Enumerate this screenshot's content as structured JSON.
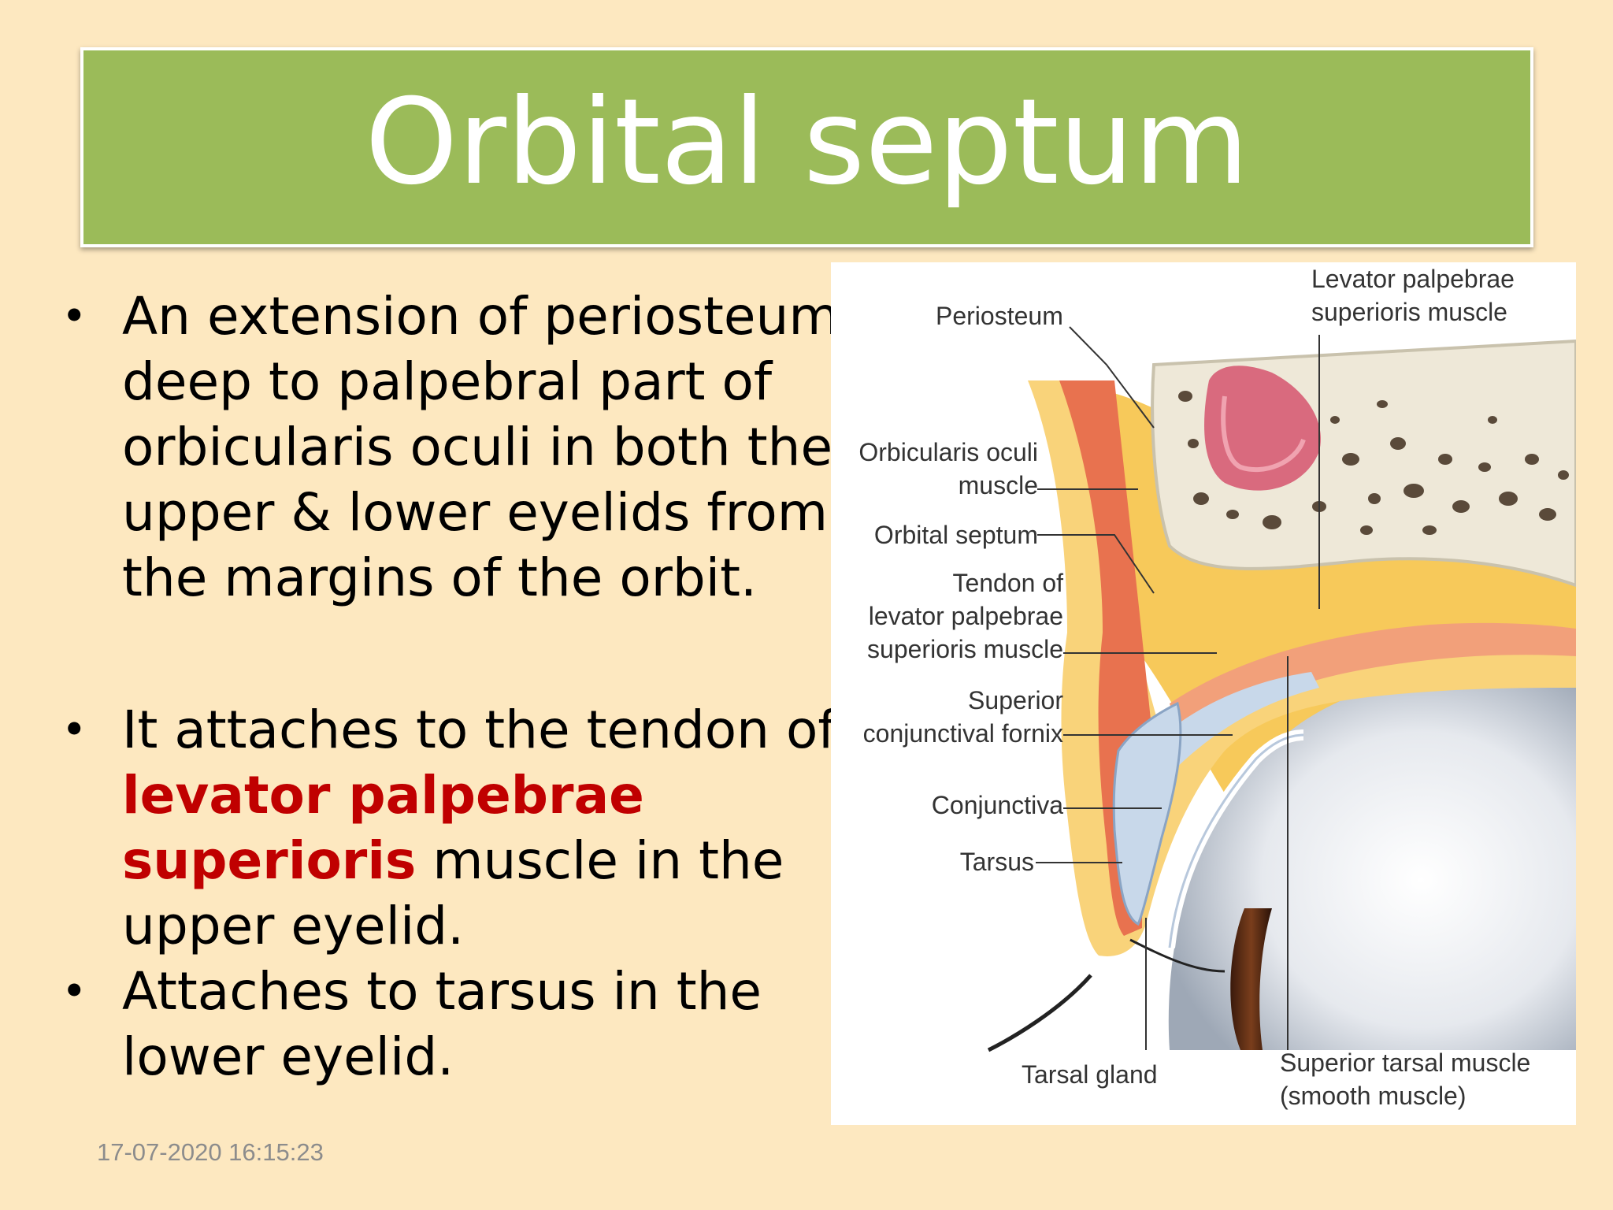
{
  "slide": {
    "title": "Orbital septum",
    "bullets": [
      {
        "text": "An extension of periosteum deep to palpebral part of orbicularis oculi in both the upper & lower eyelids from the margins of the orbit."
      },
      {
        "before": "It attaches to the tendon of ",
        "highlight": "levator palpebrae superioris",
        "after": " muscle in the upper eyelid."
      },
      {
        "text": "Attaches to tarsus in the lower eyelid."
      }
    ],
    "footer_timestamp": "17-07-2020 16:15:23"
  },
  "figure": {
    "labels": {
      "levator_muscle_1": "Levator palpebrae",
      "levator_muscle_2": "superioris muscle",
      "periosteum": "Periosteum",
      "orbicularis_1": "Orbicularis oculi",
      "orbicularis_2": "muscle",
      "orbital_septum": "Orbital septum",
      "tendon_1": "Tendon of",
      "tendon_2": "levator palpebrae",
      "tendon_3": "superioris muscle",
      "fornix_1": "Superior",
      "fornix_2": "conjunctival fornix",
      "conjunctiva": "Conjunctiva",
      "tarsus": "Tarsus",
      "tarsal_gland": "Tarsal gland",
      "superior_tarsal_1": "Superior tarsal muscle",
      "superior_tarsal_2": "(smooth muscle)"
    }
  },
  "colors": {
    "background": "#fde8c0",
    "title_bar": "#9bbb59",
    "highlight": "#c00000",
    "bone": "#eee8d8",
    "fat": "#f7c95a",
    "muscle": "#e8724f",
    "sinus": "#d96a7e"
  }
}
